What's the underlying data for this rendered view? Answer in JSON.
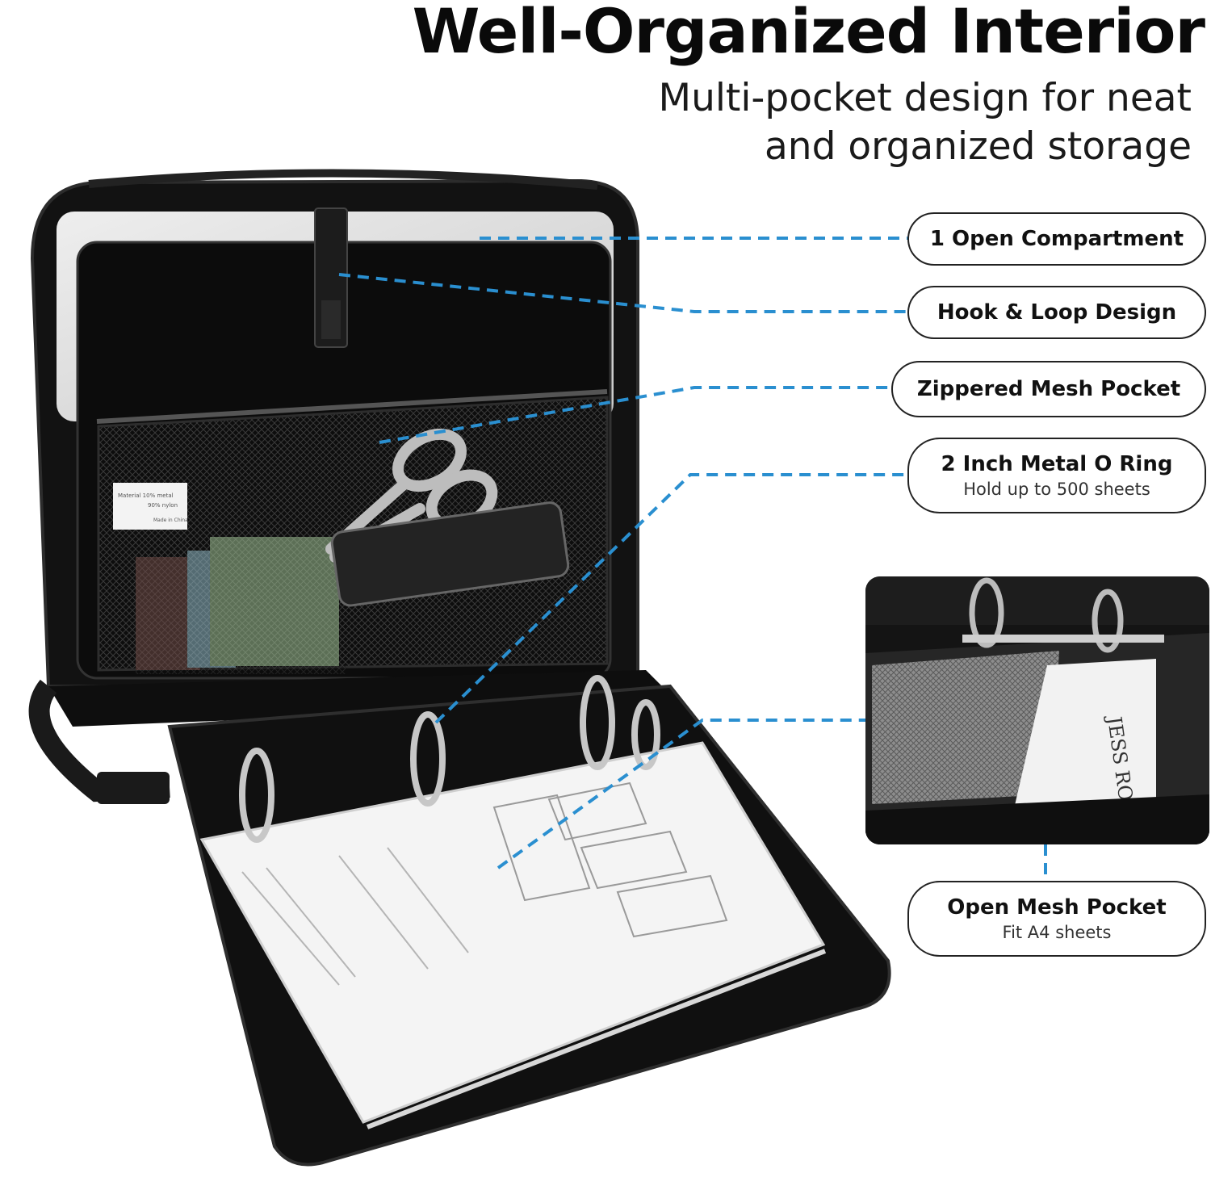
{
  "header": {
    "title": "Well-Organized Interior",
    "subtitle_line1": "Multi-pocket design for neat",
    "subtitle_line2": "and organized storage"
  },
  "callouts": [
    {
      "label": "1 Open Compartment",
      "sub": ""
    },
    {
      "label": "Hook & Loop Design",
      "sub": ""
    },
    {
      "label": "Zippered Mesh Pocket",
      "sub": ""
    },
    {
      "label": "2 Inch Metal O Ring",
      "sub": "Hold up to 500 sheets"
    },
    {
      "label": "Open Mesh Pocket",
      "sub": "Fit A4 sheets"
    }
  ],
  "tag": {
    "line1": "Material   10% metal",
    "line2": "90% nylon",
    "line3": "Made in China"
  },
  "inset_doc": {
    "name": "JESS ROBERTS"
  },
  "colors": {
    "leader": "#2a8fd0",
    "case": "#141414",
    "paper": "#f4f4f4",
    "callout_border": "#222222"
  }
}
